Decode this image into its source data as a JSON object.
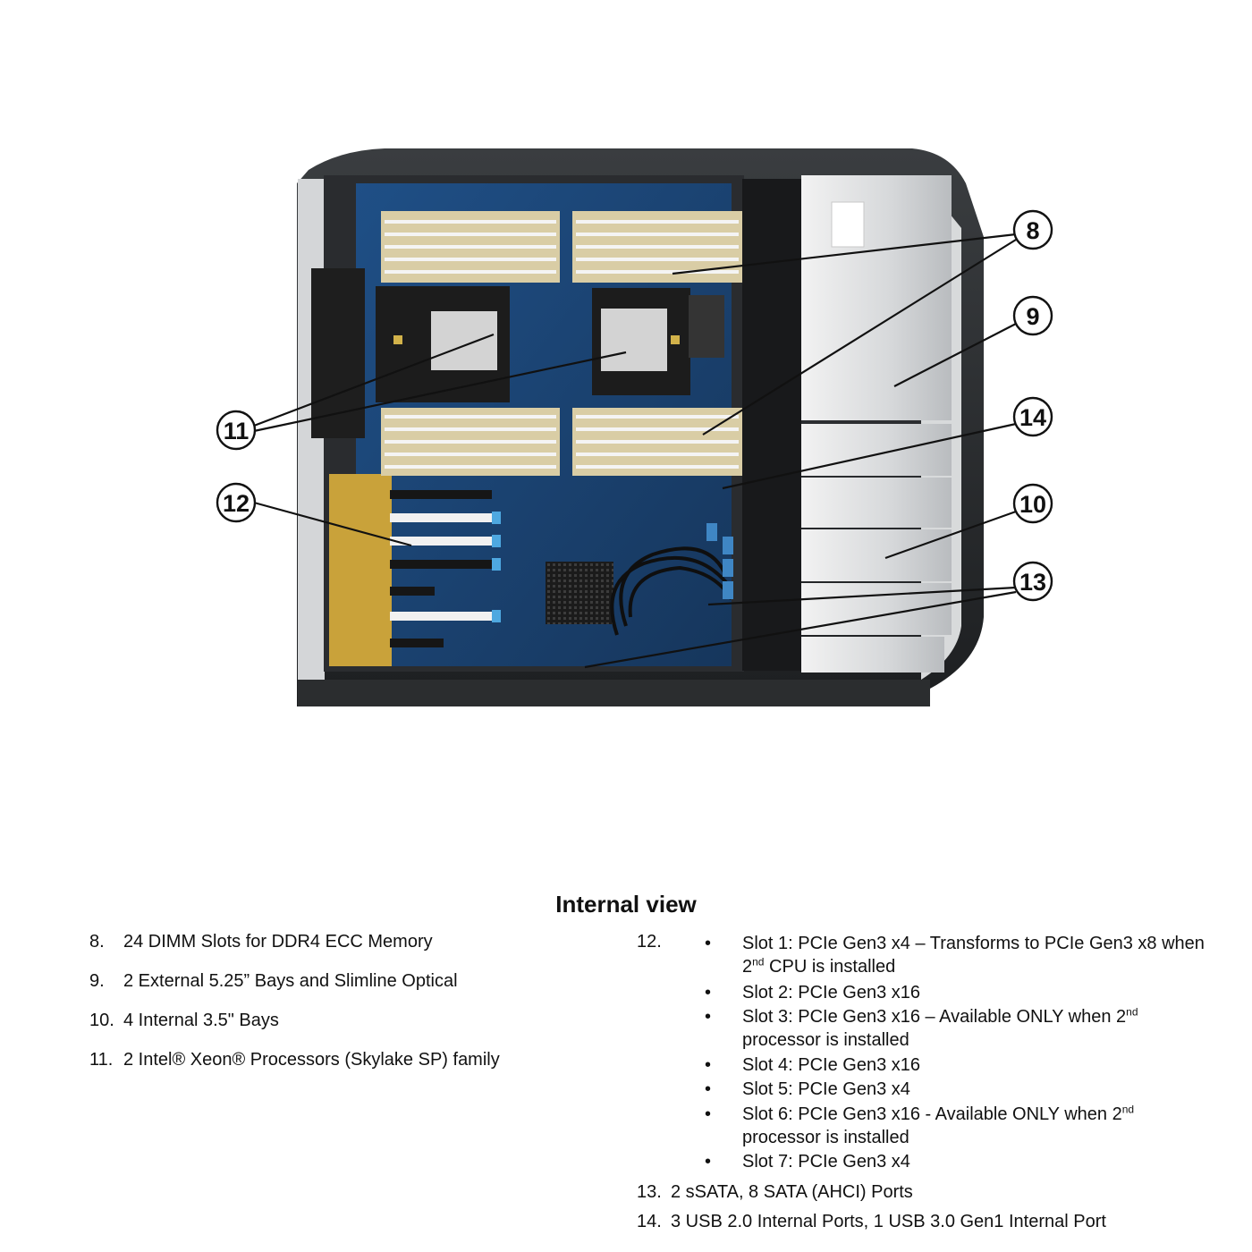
{
  "callouts": [
    "8",
    "9",
    "14",
    "10",
    "13",
    "11",
    "12"
  ],
  "section_title": "Internal view",
  "left_items": [
    {
      "num": "8.",
      "text": "24 DIMM Slots for DDR4 ECC Memory"
    },
    {
      "num": "9.",
      "text": "2 External 5.25” Bays and Slimline Optical"
    },
    {
      "num": "10.",
      "text": "4 Internal 3.5\" Bays"
    },
    {
      "num": "11.",
      "text": "2 Intel® Xeon® Processors (Skylake SP) family"
    }
  ],
  "item12": {
    "num": "12.",
    "bullet": "•",
    "slots": [
      {
        "pre": "Slot 1: PCIe Gen3 x4 – Transforms to PCIe Gen3 x8 when 2",
        "sup": "nd",
        "post": " CPU is installed"
      },
      {
        "pre": "Slot 2: PCIe Gen3 x16",
        "sup": "",
        "post": ""
      },
      {
        "pre": "Slot 3: PCIe Gen3 x16 – Available ONLY when 2",
        "sup": "nd",
        "post": " processor is installed"
      },
      {
        "pre": "Slot 4: PCIe Gen3 x16",
        "sup": "",
        "post": ""
      },
      {
        "pre": "Slot 5: PCIe Gen3 x4",
        "sup": "",
        "post": ""
      },
      {
        "pre": "Slot 6: PCIe Gen3 x16 - Available ONLY when 2",
        "sup": "nd",
        "post": " processor is installed"
      },
      {
        "pre": "Slot 7: PCIe Gen3 x4",
        "sup": "",
        "post": ""
      }
    ]
  },
  "item13": {
    "num": "13.",
    "text": "2 sSATA, 8 SATA (AHCI) Ports"
  },
  "item14": {
    "num": "14.",
    "text": "3 USB 2.0 Internal Ports, 1 USB 3.0 Gen1 Internal Port"
  }
}
